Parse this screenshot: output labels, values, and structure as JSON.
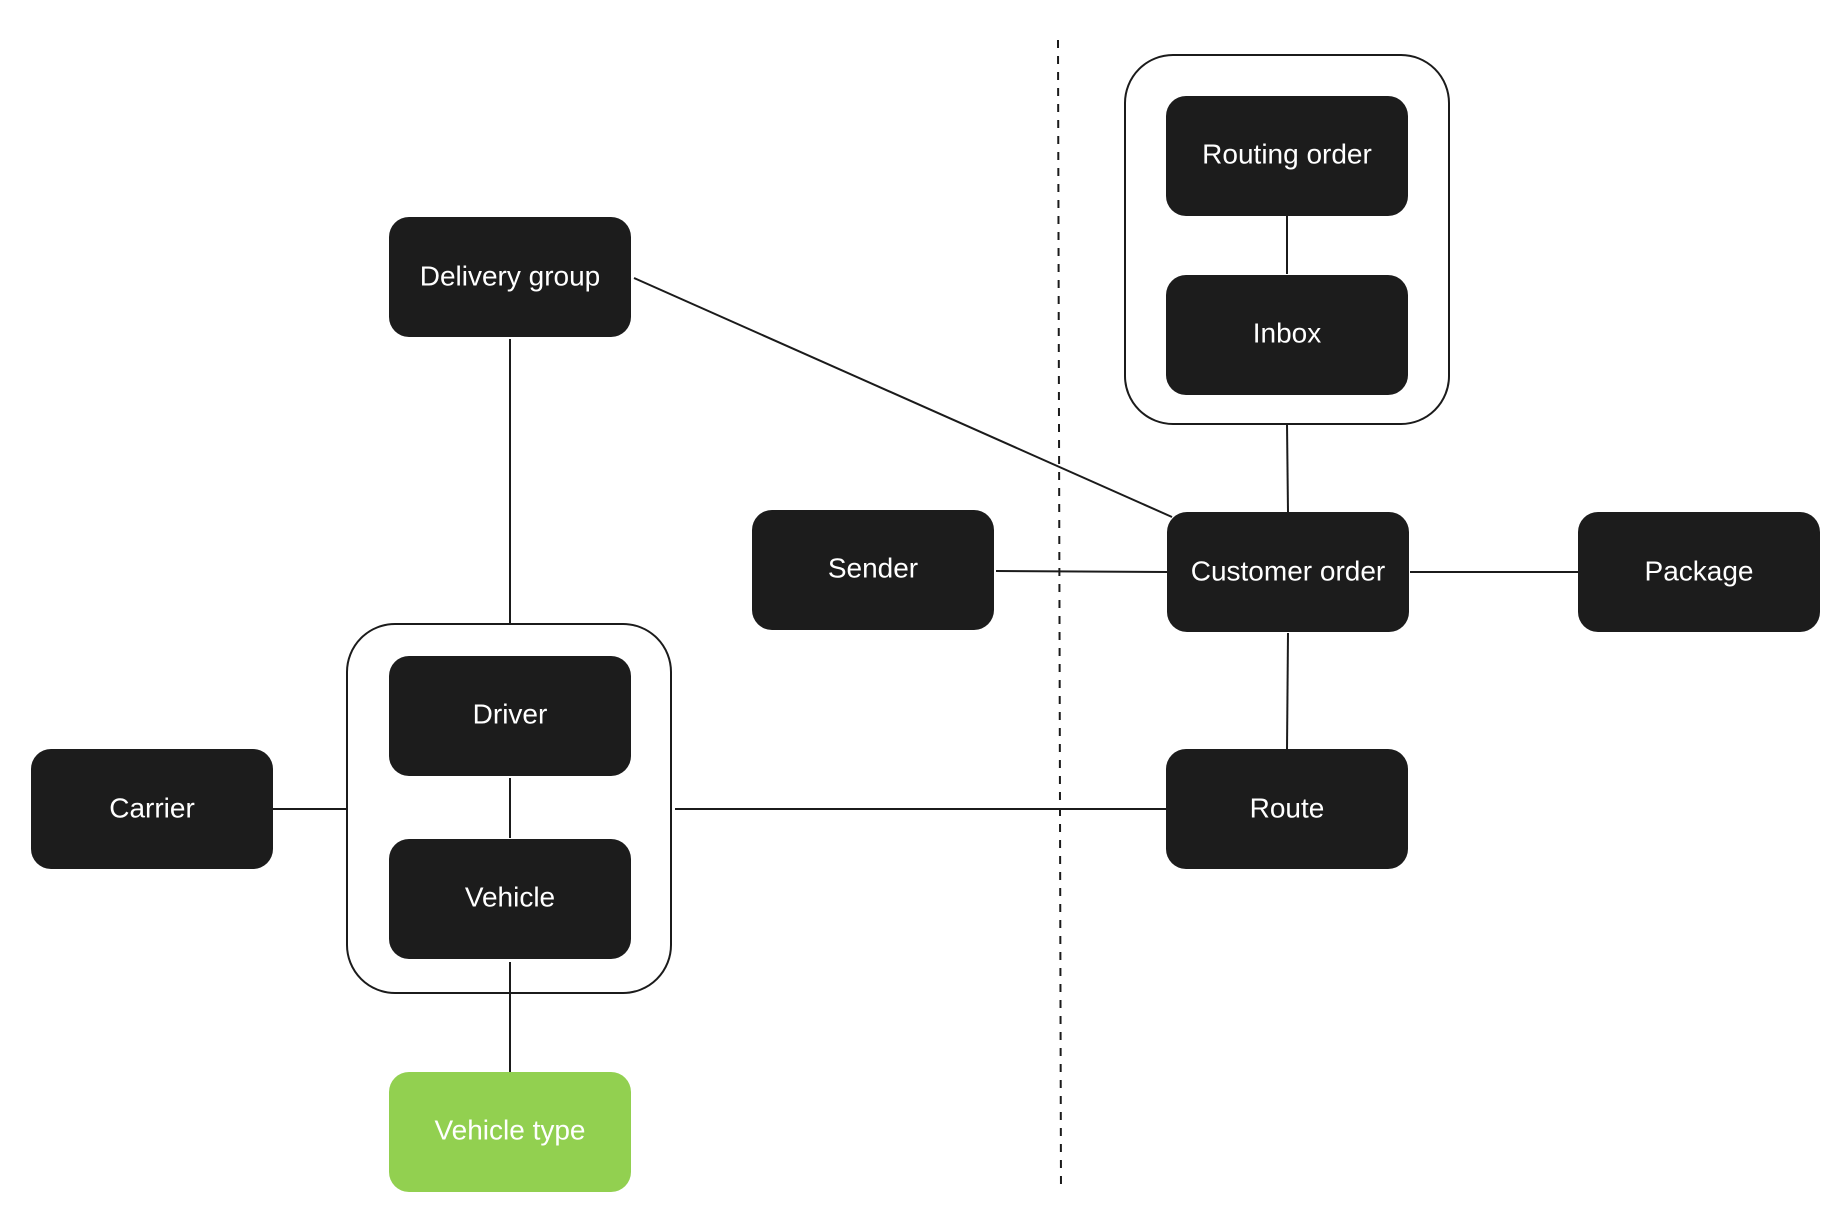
{
  "colors": {
    "node_fill": "#1c1c1c",
    "node_text": "#ffffff",
    "highlight_fill": "#92d050",
    "line": "#1b1b1b",
    "background": "#ffffff"
  },
  "nodes": {
    "routing_order": "Routing order",
    "inbox": "Inbox",
    "delivery_group": "Delivery group",
    "sender": "Sender",
    "customer_order": "Customer order",
    "package": "Package",
    "driver": "Driver",
    "carrier": "Carrier",
    "route": "Route",
    "vehicle": "Vehicle",
    "vehicle_type": "Vehicle type"
  }
}
